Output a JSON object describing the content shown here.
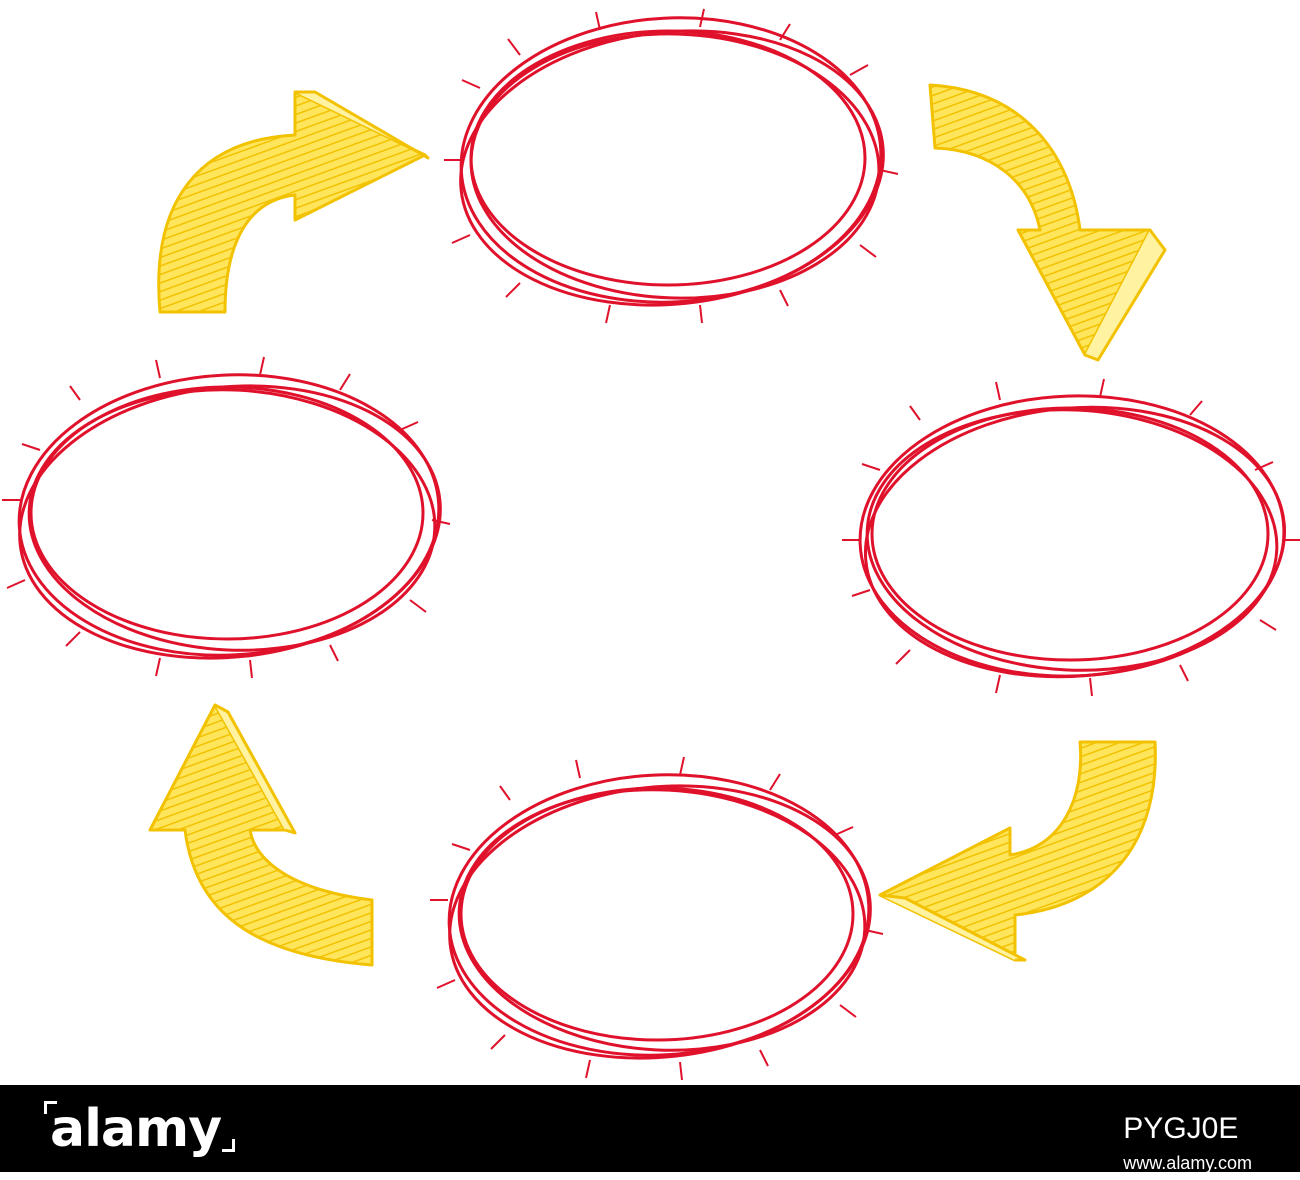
{
  "diagram": {
    "description_shapes": [
      "oval-top",
      "oval-right",
      "oval-bottom",
      "oval-left"
    ],
    "arrows": [
      "arrow-top-right",
      "arrow-bottom-right",
      "arrow-bottom-left",
      "arrow-top-left"
    ],
    "colors": {
      "oval_stroke": "#e0112b",
      "arrow_fill": "#ffd400",
      "arrow_stroke": "#f7c600"
    }
  },
  "watermark": {
    "logo": "alamy",
    "image_id": "PYGJ0E",
    "url": "www.alamy.com"
  }
}
